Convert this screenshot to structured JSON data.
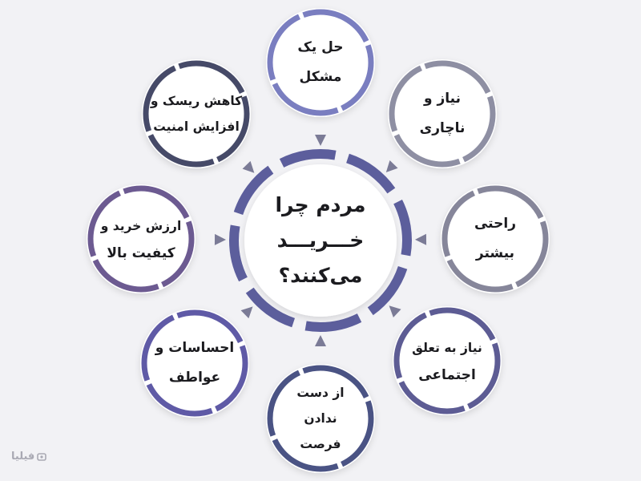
{
  "diagram": {
    "center": {
      "lines": [
        "مردم چرا",
        "خـــریـــد",
        "می‌کنند؟"
      ],
      "ring_colors": [
        "#5b5d9e",
        "#7274ad",
        "#8a8bbd"
      ]
    },
    "nodes": [
      {
        "id": "solve-problem",
        "lines": [
          "حل یک",
          "مشکل"
        ],
        "color": "#7a7ec0"
      },
      {
        "id": "need",
        "lines": [
          "نیاز و",
          "ناچاری"
        ],
        "color": "#8e8fa3"
      },
      {
        "id": "comfort",
        "lines": [
          "راحتی",
          "بیشتر"
        ],
        "color": "#86869a"
      },
      {
        "id": "belonging",
        "lines": [
          "نیاز به تعلق",
          "اجتماعی"
        ],
        "color": "#5d5c94"
      },
      {
        "id": "fomo",
        "lines": [
          "از دست",
          "ندادن",
          "فرصت"
        ],
        "color": "#4a5384"
      },
      {
        "id": "emotions",
        "lines": [
          "احساسات و",
          "عواطف"
        ],
        "color": "#5f5aa6"
      },
      {
        "id": "value-quality",
        "lines": [
          "ارزش خرید و",
          "کیفیت بالا"
        ],
        "color": "#6c5a91"
      },
      {
        "id": "risk-security",
        "lines": [
          "کاهش ریسک و",
          "افزایش امنیت"
        ],
        "color": "#464a68"
      }
    ]
  },
  "brand": {
    "name": "فیلیا"
  }
}
